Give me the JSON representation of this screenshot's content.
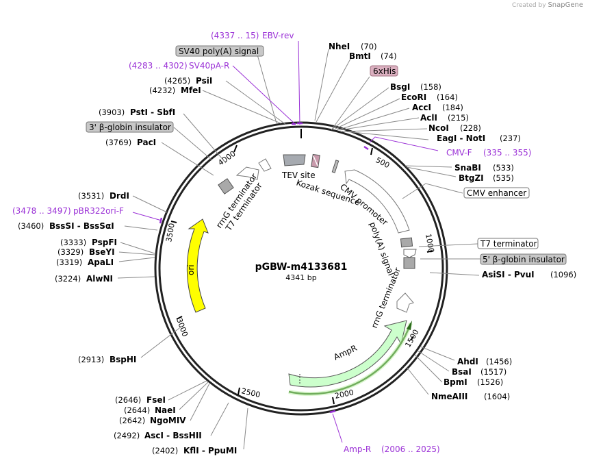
{
  "credit": {
    "prefix": "Created by",
    "brand": "SnapGene"
  },
  "plasmid": {
    "name": "pGBW-m4133681",
    "size_label": "4341 bp"
  },
  "ticks": [
    "500",
    "1000",
    "1500",
    "2000",
    "2500",
    "3000",
    "3500",
    "4000"
  ],
  "enzymes": [
    {
      "name": "NheI",
      "pos": "(70)"
    },
    {
      "name": "BmtI",
      "pos": "(74)"
    },
    {
      "name": "BsgI",
      "pos": "(158)"
    },
    {
      "name": "EcoRI",
      "pos": "(164)"
    },
    {
      "name": "AccI",
      "pos": "(184)"
    },
    {
      "name": "AclI",
      "pos": "(215)"
    },
    {
      "name": "NcoI",
      "pos": "(228)"
    },
    {
      "name": "EagI - NotI",
      "pos": "(237)"
    },
    {
      "name": "SnaBI",
      "pos": "(533)"
    },
    {
      "name": "BtgZI",
      "pos": "(535)"
    },
    {
      "name": "AsiSI - PvuI",
      "pos": "(1096)"
    },
    {
      "name": "AhdI",
      "pos": "(1456)"
    },
    {
      "name": "BsaI",
      "pos": "(1517)"
    },
    {
      "name": "BpmI",
      "pos": "(1526)"
    },
    {
      "name": "NmeAIII",
      "pos": "(1604)"
    },
    {
      "name": "KflI - PpuMI",
      "pos": "(2402)"
    },
    {
      "name": "AscI - BssHII",
      "pos": "(2492)"
    },
    {
      "name": "NgoMIV",
      "pos": "(2642)"
    },
    {
      "name": "NaeI",
      "pos": "(2644)"
    },
    {
      "name": "FseI",
      "pos": "(2646)"
    },
    {
      "name": "BspHI",
      "pos": "(2913)"
    },
    {
      "name": "AlwNI",
      "pos": "(3224)"
    },
    {
      "name": "ApaLI",
      "pos": "(3319)"
    },
    {
      "name": "BseYI",
      "pos": "(3329)"
    },
    {
      "name": "PspFI",
      "pos": "(3333)"
    },
    {
      "name": "BssSI - BssSαI",
      "pos": "(3460)"
    },
    {
      "name": "DrdI",
      "pos": "(3531)"
    },
    {
      "name": "PacI",
      "pos": "(3769)"
    },
    {
      "name": "PstI - SbfI",
      "pos": "(3903)"
    },
    {
      "name": "MfeI",
      "pos": "(4232)"
    },
    {
      "name": "PsiI",
      "pos": "(4265)"
    }
  ],
  "primers": [
    {
      "name": "EBV-rev",
      "range": "(4337 .. 15)"
    },
    {
      "name": "SV40pA-R",
      "range": "(4283 .. 4302)"
    },
    {
      "name": "CMV-F",
      "range": "(335 .. 355)"
    },
    {
      "name": "pBR322ori-F",
      "range": "(3478 .. 3497)"
    },
    {
      "name": "Amp-R",
      "range": "(2006 .. 2025)"
    }
  ],
  "boxed_features": [
    {
      "label": "SV40 poly(A) signal",
      "style": "gray"
    },
    {
      "label": "6xHis",
      "style": "pink"
    },
    {
      "label": "3' β-globin insulator",
      "style": "gray"
    },
    {
      "label": "CMV enhancer",
      "style": "white"
    },
    {
      "label": "T7 terminator",
      "style": "white"
    },
    {
      "label": "5' β-globin insulator",
      "style": "gray"
    }
  ],
  "inner_labels": [
    "TEV site",
    "Kozak sequence",
    "CMV promoter",
    "poly(A) signal",
    "rrnG terminator",
    "AmpR",
    "ori",
    "rrnG terminator",
    "T7 terminator"
  ],
  "colors": {
    "primer": "#9a30d6",
    "ori": "#ffff00",
    "ampr": "#ccffcc",
    "his": "#d9a7b8",
    "gray_feature": "#a9a9a9"
  }
}
